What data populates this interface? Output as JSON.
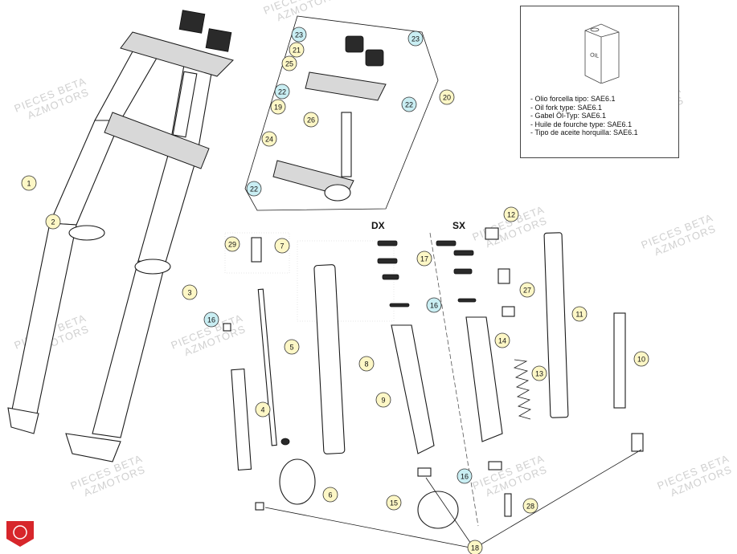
{
  "diagram": {
    "column_labels": {
      "right": "DX",
      "left": "SX"
    },
    "oil_spec_lines": [
      "- Olio forcella tipo: SAE6.1",
      "- Oil fork type: SAE6.1",
      "- Gabel Öl-Typ: SAE6.1",
      "- Huile de fourche type: SAE6.1",
      "- Tipo de aceite horquilla: SAE6.1"
    ],
    "oil_can_label": "OIL",
    "watermark": {
      "line1": "PIECES BETA",
      "line2": "AZMOTORS"
    },
    "callout_colors": {
      "yellow": "#fdf7c6",
      "blue": "#c9eef3"
    },
    "logo_color": "#d7262b",
    "callouts": [
      {
        "number": "1",
        "color": "yellow"
      },
      {
        "number": "2",
        "color": "yellow"
      },
      {
        "number": "3",
        "color": "yellow"
      },
      {
        "number": "4",
        "color": "yellow"
      },
      {
        "number": "5",
        "color": "yellow"
      },
      {
        "number": "6",
        "color": "yellow"
      },
      {
        "number": "7",
        "color": "yellow"
      },
      {
        "number": "8",
        "color": "yellow"
      },
      {
        "number": "9",
        "color": "yellow"
      },
      {
        "number": "10",
        "color": "yellow"
      },
      {
        "number": "11",
        "color": "yellow"
      },
      {
        "number": "12",
        "color": "yellow"
      },
      {
        "number": "13",
        "color": "yellow"
      },
      {
        "number": "14",
        "color": "yellow"
      },
      {
        "number": "15",
        "color": "yellow"
      },
      {
        "number": "16",
        "color": "blue"
      },
      {
        "number": "16",
        "color": "blue"
      },
      {
        "number": "16",
        "color": "blue"
      },
      {
        "number": "17",
        "color": "yellow"
      },
      {
        "number": "18",
        "color": "yellow"
      },
      {
        "number": "19",
        "color": "yellow"
      },
      {
        "number": "20",
        "color": "yellow"
      },
      {
        "number": "21",
        "color": "yellow"
      },
      {
        "number": "22",
        "color": "blue"
      },
      {
        "number": "22",
        "color": "blue"
      },
      {
        "number": "22",
        "color": "blue"
      },
      {
        "number": "23",
        "color": "blue"
      },
      {
        "number": "23",
        "color": "blue"
      },
      {
        "number": "24",
        "color": "yellow"
      },
      {
        "number": "25",
        "color": "yellow"
      },
      {
        "number": "26",
        "color": "yellow"
      },
      {
        "number": "27",
        "color": "yellow"
      },
      {
        "number": "28",
        "color": "yellow"
      },
      {
        "number": "29",
        "color": "yellow"
      }
    ]
  }
}
